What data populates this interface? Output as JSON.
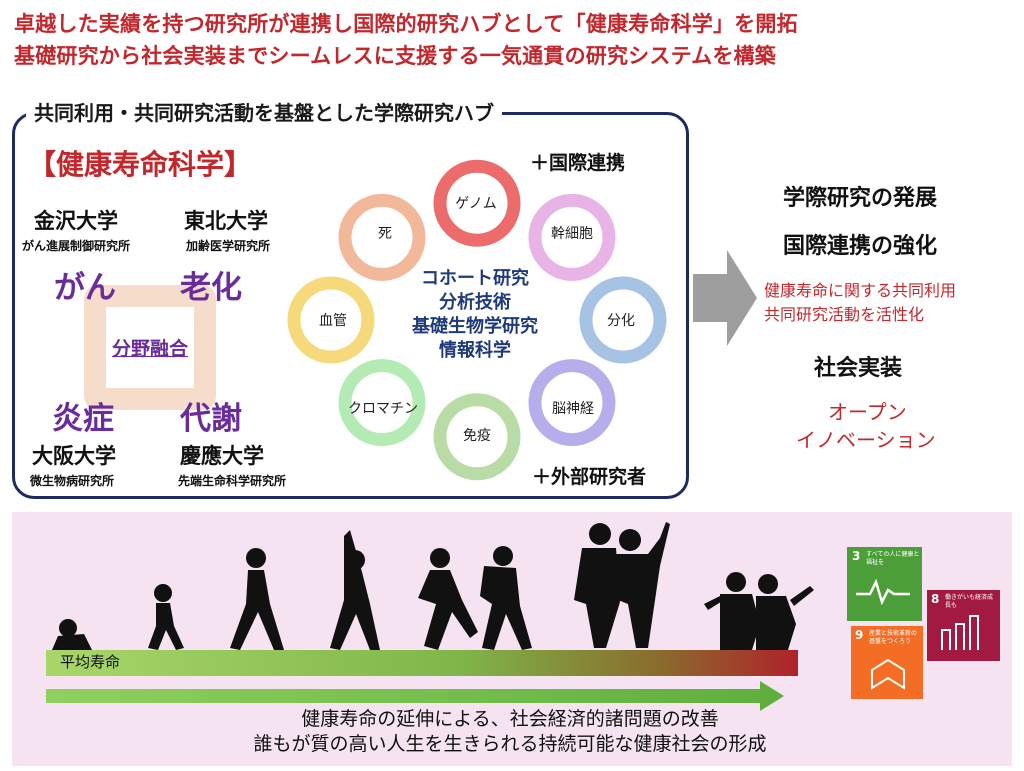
{
  "header": {
    "line1": "卓越した実績を持つ研究所が連携し国際的研究ハブとして「健康寿命科学」を開拓",
    "line2": "基礎研究から社会実装までシームレスに支援する一気通貫の研究システムを構築"
  },
  "hub": {
    "title": "共同利用・共同研究活動を基盤とした学際研究ハブ",
    "field_title": "【健康寿命科学】",
    "universities": [
      {
        "name": "金沢大学",
        "institute": "がん進展制御研究所"
      },
      {
        "name": "東北大学",
        "institute": "加齢医学研究所"
      },
      {
        "name": "大阪大学",
        "institute": "微生物病研究所"
      },
      {
        "name": "慶應大学",
        "institute": "先端生命科学研究所"
      }
    ],
    "topics": [
      "がん",
      "老化",
      "炎症",
      "代謝"
    ],
    "fusion_label": "分野融合",
    "plus_international": "＋国際連携",
    "plus_external": "＋外部研究者",
    "ring_items": [
      "ゲノム",
      "幹細胞",
      "分化",
      "脳神経",
      "免疫",
      "クロマチン",
      "血管",
      "死"
    ],
    "ring_colors": [
      "#ec6b6b",
      "#e8b3e6",
      "#a7c3e4",
      "#b6aeea",
      "#b9dca7",
      "#b4eab3",
      "#f6d97a",
      "#f1b99a"
    ],
    "center_lines": [
      "コホート研究",
      "分析技術",
      "基礎生物学研究",
      "情報科学"
    ]
  },
  "right": {
    "head1": "学際研究の発展",
    "head2": "国際連携の強化",
    "red1": "健康寿命に関する共同利用",
    "red2": "共同研究活動を活性化",
    "head3": "社会実装",
    "red3": "オープン",
    "red4": "イノベーション"
  },
  "lifespan": {
    "label": "平均寿命",
    "line1": "健康寿命の延伸による、社会経済的諸問題の改善",
    "line2": "誰もが質の高い人生を生きられる持続可能な健康社会の形成"
  },
  "sdgs": [
    {
      "number": "3",
      "text": "すべての人に健康と福祉を",
      "color": "#4c9f38"
    },
    {
      "number": "8",
      "text": "働きがいも経済成長も",
      "color": "#a21942"
    },
    {
      "number": "9",
      "text": "産業と技術革新の基盤をつくろう",
      "color": "#f36d25"
    }
  ]
}
